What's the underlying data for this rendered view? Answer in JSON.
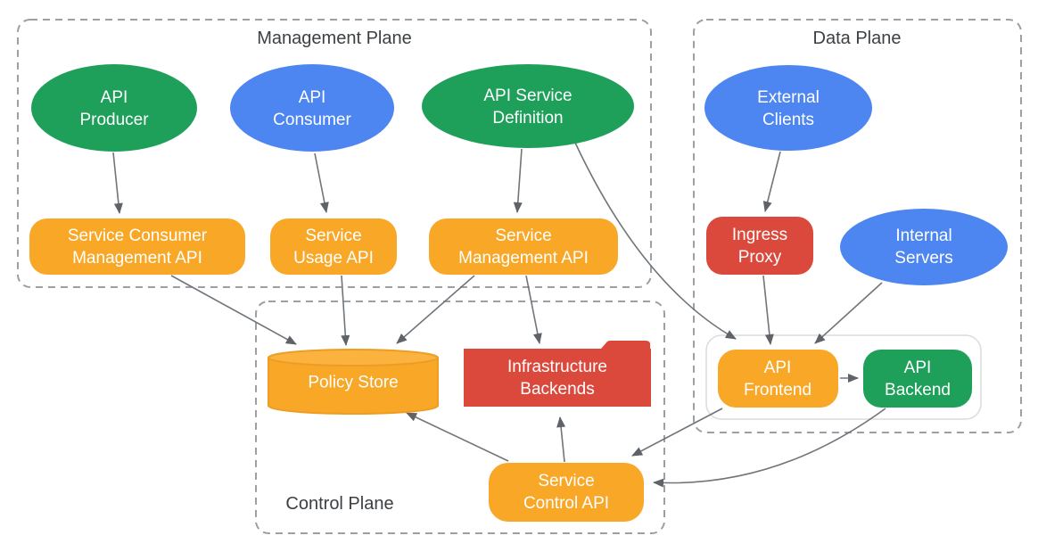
{
  "planes": {
    "management": {
      "title": "Management Plane"
    },
    "data": {
      "title": "Data Plane"
    },
    "control": {
      "title": "Control Plane"
    }
  },
  "nodes": {
    "api_producer": {
      "label": "API\nProducer",
      "shape": "ellipse",
      "color": "#1EA05A"
    },
    "api_consumer": {
      "label": "API\nConsumer",
      "shape": "ellipse",
      "color": "#4D86F0"
    },
    "api_service_definition": {
      "label": "API Service\nDefinition",
      "shape": "ellipse",
      "color": "#1EA05A"
    },
    "service_consumer_management_api": {
      "label": "Service Consumer\nManagement API",
      "shape": "rounded-rect",
      "color": "#F8A726"
    },
    "service_usage_api": {
      "label": "Service\nUsage API",
      "shape": "rounded-rect",
      "color": "#F8A726"
    },
    "service_management_api": {
      "label": "Service\nManagement API",
      "shape": "rounded-rect",
      "color": "#F8A726"
    },
    "external_clients": {
      "label": "External\nClients",
      "shape": "ellipse",
      "color": "#4D86F0"
    },
    "ingress_proxy": {
      "label": "Ingress\nProxy",
      "shape": "rounded-rect",
      "color": "#DB493D"
    },
    "internal_servers": {
      "label": "Internal\nServers",
      "shape": "ellipse",
      "color": "#4D86F0"
    },
    "api_frontend": {
      "label": "API\nFrontend",
      "shape": "rounded-rect",
      "color": "#F8A726"
    },
    "api_backend": {
      "label": "API\nBackend",
      "shape": "rounded-rect",
      "color": "#1EA05A"
    },
    "policy_store": {
      "label": "Policy Store",
      "shape": "cylinder",
      "color": "#F8A726"
    },
    "infrastructure_backends": {
      "label": "Infrastructure\nBackends",
      "shape": "folder",
      "color": "#DB493D"
    },
    "service_control_api": {
      "label": "Service\nControl API",
      "shape": "rounded-rect",
      "color": "#F8A726"
    }
  },
  "edges": [
    {
      "from": "API Producer",
      "to": "Service Consumer Management API"
    },
    {
      "from": "API Consumer",
      "to": "Service Usage API"
    },
    {
      "from": "API Service Definition",
      "to": "Service Management API"
    },
    {
      "from": "API Service Definition",
      "to": "API Frontend"
    },
    {
      "from": "Service Consumer Management API",
      "to": "Policy Store"
    },
    {
      "from": "Service Usage API",
      "to": "Policy Store"
    },
    {
      "from": "Service Management API",
      "to": "Policy Store"
    },
    {
      "from": "Service Management API",
      "to": "Infrastructure Backends"
    },
    {
      "from": "External Clients",
      "to": "Ingress Proxy"
    },
    {
      "from": "Ingress Proxy",
      "to": "API Frontend"
    },
    {
      "from": "Internal Servers",
      "to": "API Frontend"
    },
    {
      "from": "API Frontend",
      "to": "API Backend"
    },
    {
      "from": "API Frontend",
      "to": "Service Control API"
    },
    {
      "from": "API Backend",
      "to": "Service Control API"
    },
    {
      "from": "Service Control API",
      "to": "Policy Store"
    },
    {
      "from": "Service Control API",
      "to": "Infrastructure Backends"
    }
  ],
  "colors": {
    "green": "#1EA05A",
    "blue": "#4D86F0",
    "orange": "#F8A726",
    "orange_stroke": "#ED9D23",
    "cylinder_top": "#FBB23F",
    "red": "#DB493D",
    "dashed_border": "#9AA0A6",
    "arrow_line": "#70757A",
    "arrow_head": "#5F6368",
    "group_border": "#D9DBDE",
    "title_text": "#3C4043"
  }
}
